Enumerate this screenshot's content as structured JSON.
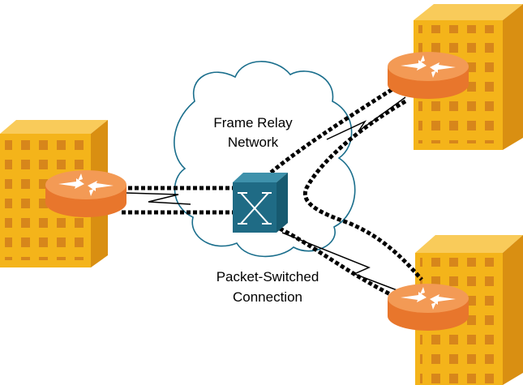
{
  "labels": {
    "cloud_line1": "Frame Relay",
    "cloud_line2": "Network",
    "conn_line1": "Packet-Switched",
    "conn_line2": "Connection"
  },
  "colors": {
    "building_front": "#F4B41A",
    "building_side": "#D98F12",
    "building_top": "#F9CB5A",
    "window": "#D7861B",
    "router_body": "#E8762C",
    "router_top": "#F39A55",
    "switch_front": "#1F6B85",
    "switch_top": "#3E91AB",
    "switch_side": "#175A70",
    "cloud_stroke": "#1a6e8c",
    "circuit": "#000000"
  },
  "icons": {
    "left_site": "building-icon",
    "top_right_site": "building-icon",
    "bottom_right_site": "building-icon",
    "router": "router-icon",
    "switch": "frame-relay-switch-icon",
    "cloud": "cloud-icon"
  }
}
